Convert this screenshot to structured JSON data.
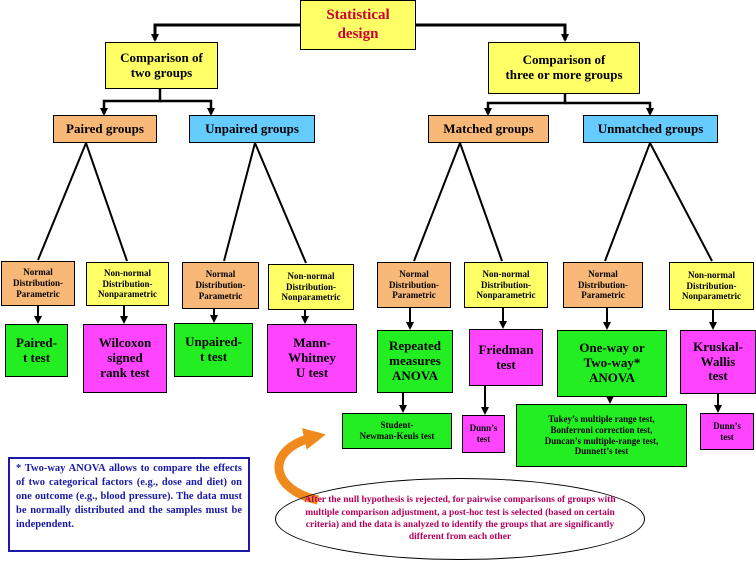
{
  "root": {
    "label": "Statistical\ndesign"
  },
  "two_groups": {
    "label": "Comparison of\ntwo groups",
    "paired": {
      "label": "Paired groups",
      "normal": {
        "dist": "Normal\nDistribution-\nParametric",
        "test": "Paired-\nt test"
      },
      "nonnormal": {
        "dist": "Non-normal\nDistribution-\nNonparametric",
        "test": "Wilcoxon\nsigned\nrank test"
      }
    },
    "unpaired": {
      "label": "Unpaired groups",
      "normal": {
        "dist": "Normal\nDistribution-\nParametric",
        "test": "Unpaired-\nt test"
      },
      "nonnormal": {
        "dist": "Non-normal\nDistribution-\nNonparametric",
        "test": "Mann-\nWhitney\nU test"
      }
    }
  },
  "three_groups": {
    "label": "Comparison of\nthree or more groups",
    "matched": {
      "label": "Matched groups",
      "normal": {
        "dist": "Normal\nDistribution-\nParametric",
        "test": "Repeated\nmeasures\nANOVA",
        "posthoc": "Student-\nNewman-Keuls test"
      },
      "nonnormal": {
        "dist": "Non-normal\nDistribution-\nNonparametric",
        "test": "Friedman\ntest",
        "posthoc": "Dunn’s\ntest"
      }
    },
    "unmatched": {
      "label": "Unmatched groups",
      "normal": {
        "dist": "Normal\nDistribution-\nParametric",
        "test": "One-way or\nTwo-way*\nANOVA",
        "posthoc": "Tukey’s multiple range test,\nBonferroni correction test,\nDuncan’s multiple-range test,\nDunnett’s test"
      },
      "nonnormal": {
        "dist": "Non-normal\nDistribution-\nNonparametric",
        "test": "Kruskal-\nWallis\ntest",
        "posthoc": "Dunn’s\ntest"
      }
    }
  },
  "footnote": "* Two-way ANOVA allows to compare the effects of two categorical factors (e.g., dose and diet) on one outcome (e.g., blood pressure). The data must be normally distributed and the samples must be independent.",
  "posthoc_note": "After the null hypothesis is rejected, for pairwise comparisons of groups with multiple comparison adjustment, a post-hoc test is selected (based on certain criteria) and the data is analyzed to identify the groups that are significantly different from each other",
  "colors": {
    "title": "#cc0033",
    "yellow": "#ffff66",
    "orange": "#f8b878",
    "blue": "#66ccff",
    "green": "#22ee22",
    "magenta": "#ff44ff",
    "note_text": "#1a1aa6",
    "ellipse_text": "#b5005b",
    "arrow": "#f08a1c"
  }
}
